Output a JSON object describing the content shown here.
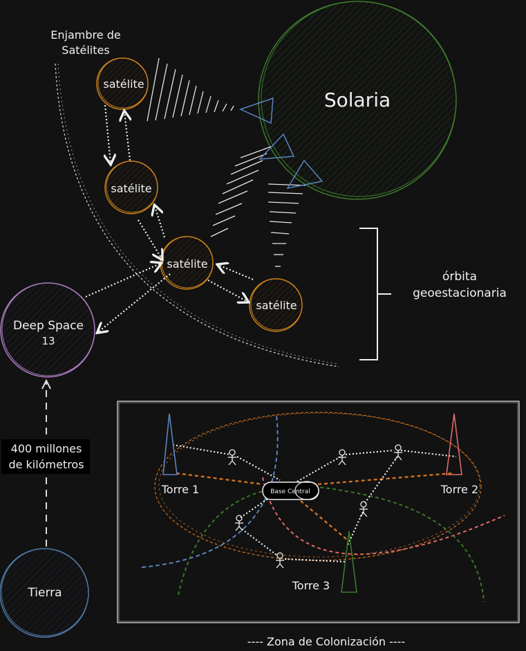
{
  "swarm": {
    "line1": "Enjambre de",
    "line2": "Satélites"
  },
  "planet": {
    "label": "Solaria"
  },
  "satellites": [
    "satélite",
    "satélite",
    "satélite",
    "satélite"
  ],
  "orbit": {
    "line1": "órbita",
    "line2": "geoestacionaria"
  },
  "station": {
    "line1": "Deep Space",
    "line2": "13"
  },
  "distance": {
    "line1": "400 millones",
    "line2": "de kilómetros"
  },
  "earth": {
    "label": "Tierra"
  },
  "colony": {
    "towers": [
      "Torre 1",
      "Torre 2",
      "Torre 3"
    ],
    "base": "Base Central",
    "zone_label": "---- Zona de Colonización ----"
  },
  "colors": {
    "planet": "#3d7a2a",
    "satellite": "#c8801c",
    "station": "#a77cc0",
    "earth": "#4f79a8",
    "tower1": "#5a84c0",
    "tower2": "#e06a6a",
    "tower3": "#3b7a2b",
    "orbit_orange": "#d2721e"
  }
}
